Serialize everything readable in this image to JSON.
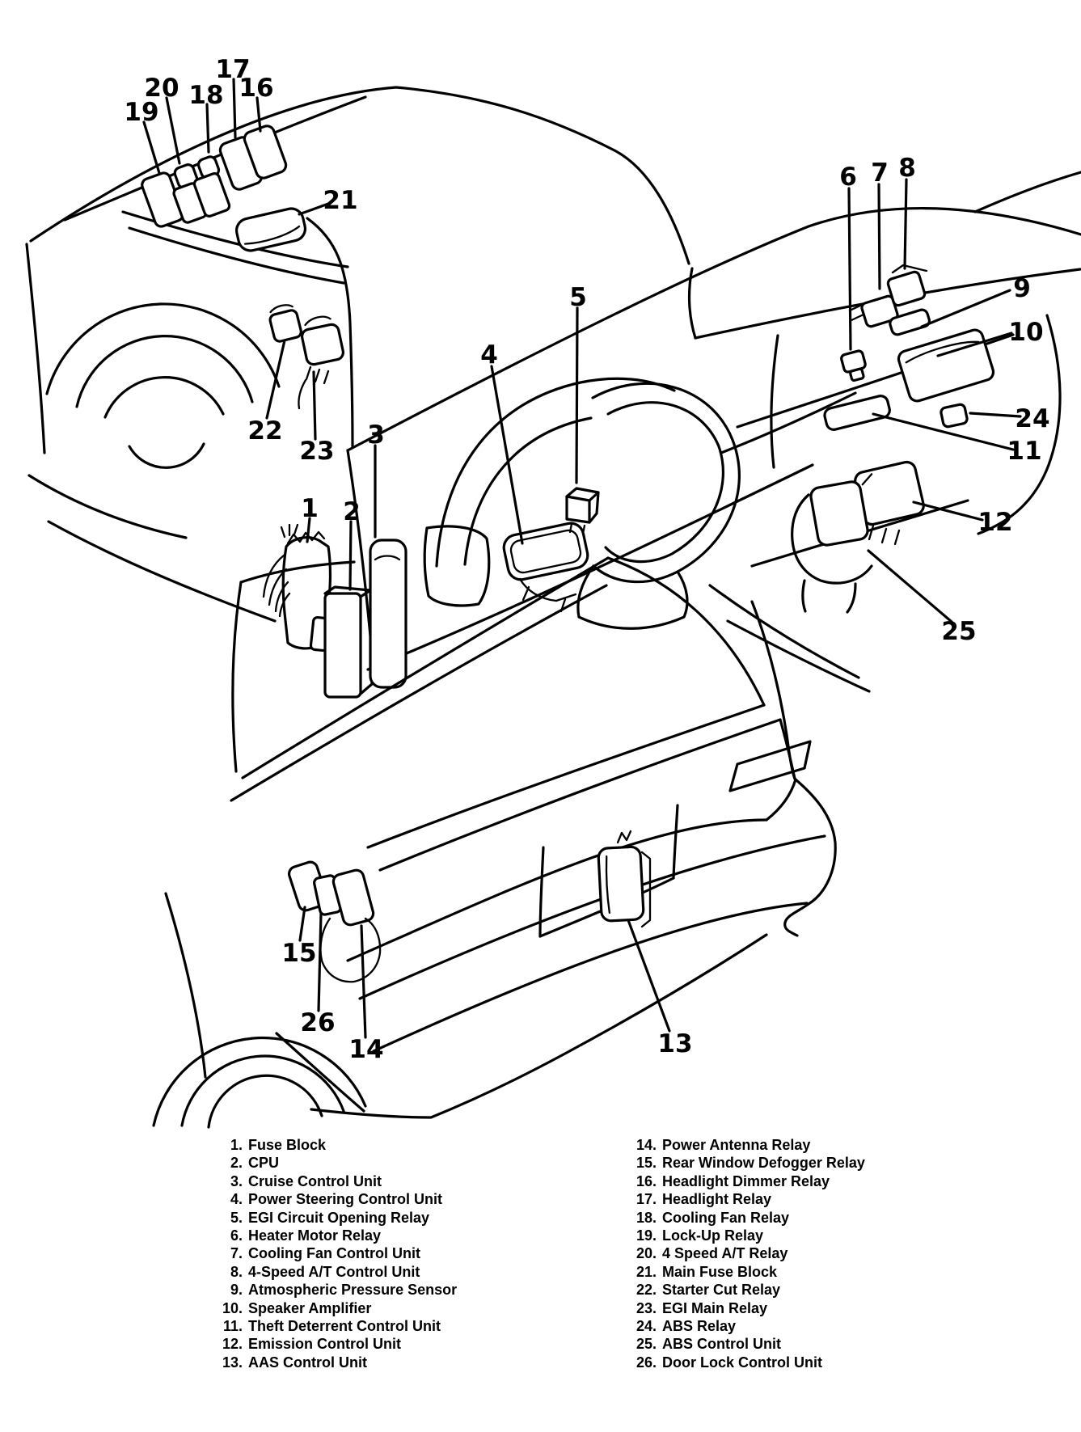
{
  "figure": {
    "background": "#ffffff",
    "ink": "#000000"
  },
  "callouts": [
    {
      "num": "1"
    },
    {
      "num": "2"
    },
    {
      "num": "3"
    },
    {
      "num": "4"
    },
    {
      "num": "5"
    },
    {
      "num": "6"
    },
    {
      "num": "7"
    },
    {
      "num": "8"
    },
    {
      "num": "9"
    },
    {
      "num": "10"
    },
    {
      "num": "11"
    },
    {
      "num": "12"
    },
    {
      "num": "13"
    },
    {
      "num": "14"
    },
    {
      "num": "15"
    },
    {
      "num": "16"
    },
    {
      "num": "17"
    },
    {
      "num": "18"
    },
    {
      "num": "19"
    },
    {
      "num": "20"
    },
    {
      "num": "21"
    },
    {
      "num": "22"
    },
    {
      "num": "23"
    },
    {
      "num": "24"
    },
    {
      "num": "25"
    },
    {
      "num": "26"
    }
  ],
  "legend": {
    "left": [
      {
        "num": "1.",
        "label": "Fuse Block"
      },
      {
        "num": "2.",
        "label": "CPU"
      },
      {
        "num": "3.",
        "label": "Cruise Control Unit"
      },
      {
        "num": "4.",
        "label": "Power Steering Control Unit"
      },
      {
        "num": "5.",
        "label": "EGI Circuit Opening Relay"
      },
      {
        "num": "6.",
        "label": "Heater Motor Relay"
      },
      {
        "num": "7.",
        "label": "Cooling Fan Control Unit"
      },
      {
        "num": "8.",
        "label": "4-Speed A/T Control Unit"
      },
      {
        "num": "9.",
        "label": "Atmospheric Pressure Sensor"
      },
      {
        "num": "10.",
        "label": "Speaker Amplifier"
      },
      {
        "num": "11.",
        "label": "Theft Deterrent Control Unit"
      },
      {
        "num": "12.",
        "label": "Emission Control Unit"
      },
      {
        "num": "13.",
        "label": "AAS Control Unit"
      }
    ],
    "right": [
      {
        "num": "14.",
        "label": "Power Antenna Relay"
      },
      {
        "num": "15.",
        "label": "Rear Window Defogger Relay"
      },
      {
        "num": "16.",
        "label": "Headlight Dimmer Relay"
      },
      {
        "num": "17.",
        "label": "Headlight Relay"
      },
      {
        "num": "18.",
        "label": "Cooling Fan Relay"
      },
      {
        "num": "19.",
        "label": "Lock-Up Relay"
      },
      {
        "num": "20.",
        "label": "4 Speed A/T Relay"
      },
      {
        "num": "21.",
        "label": "Main Fuse Block"
      },
      {
        "num": "22.",
        "label": "Starter Cut Relay"
      },
      {
        "num": "23.",
        "label": "EGI Main Relay"
      },
      {
        "num": "24.",
        "label": "ABS Relay"
      },
      {
        "num": "25.",
        "label": "ABS Control Unit"
      },
      {
        "num": "26.",
        "label": "Door Lock Control Unit"
      }
    ]
  }
}
